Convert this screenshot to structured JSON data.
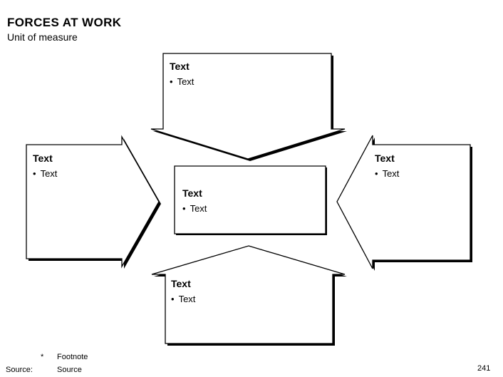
{
  "header": {
    "title": "FORCES AT WORK",
    "subtitle": "Unit of measure"
  },
  "diagram": {
    "bullet_char": "•",
    "top_arrow": {
      "heading": "Text",
      "bullet": "Text"
    },
    "left_arrow": {
      "heading": "Text",
      "bullet": "Text"
    },
    "right_arrow": {
      "heading": "Text",
      "bullet": "Text"
    },
    "bottom_arrow": {
      "heading": "Text",
      "bullet": "Text"
    },
    "center_box": {
      "heading": "Text",
      "bullet": "Text"
    }
  },
  "footer": {
    "footnote_marker": "*",
    "footnote": "Footnote",
    "source_label": "Source:",
    "source": "Source",
    "page_number": "241"
  },
  "colors": {
    "background": "#ffffff",
    "shape_fill": "#ffffff",
    "line": "#000000",
    "shadow": "#000000",
    "text": "#000000"
  }
}
